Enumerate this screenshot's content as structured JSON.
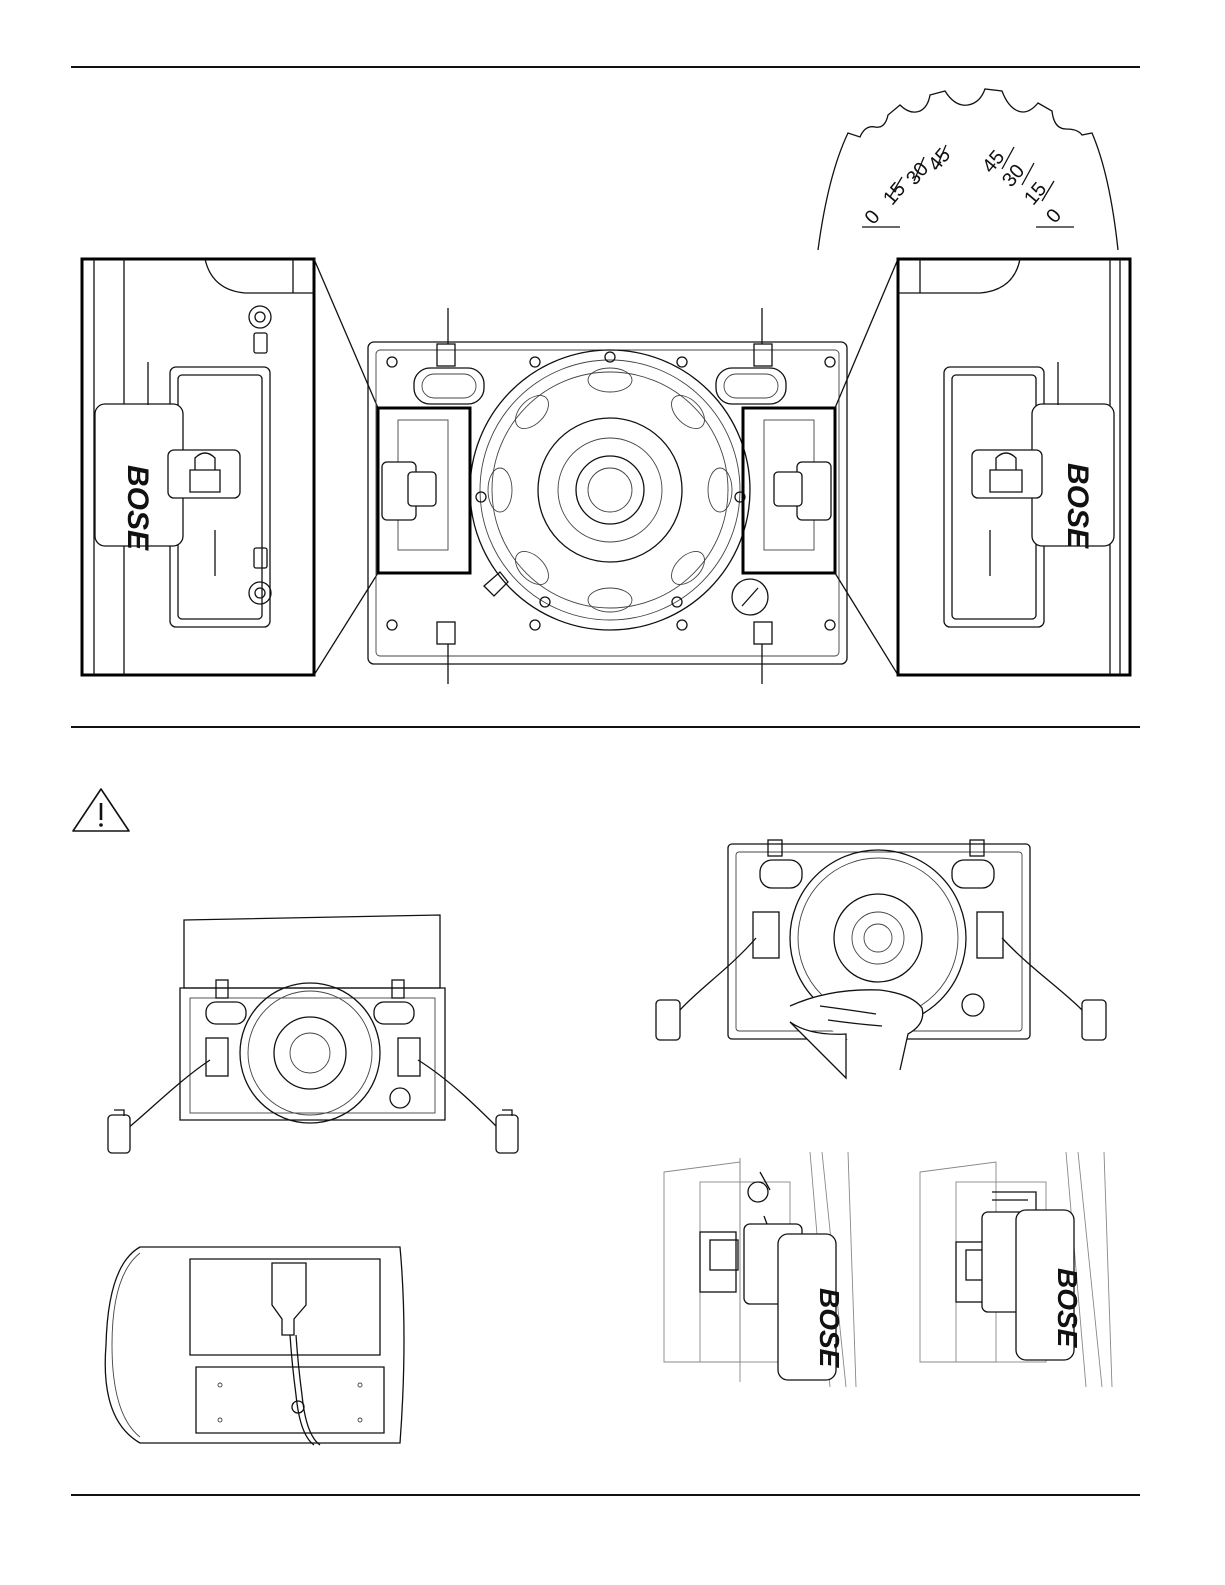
{
  "logo_text": "BOSE",
  "angle_scale": {
    "left": [
      "0",
      "15",
      "30",
      "45"
    ],
    "right": [
      "45",
      "30",
      "15",
      "0"
    ]
  },
  "warning_icon": "warning-triangle-icon"
}
